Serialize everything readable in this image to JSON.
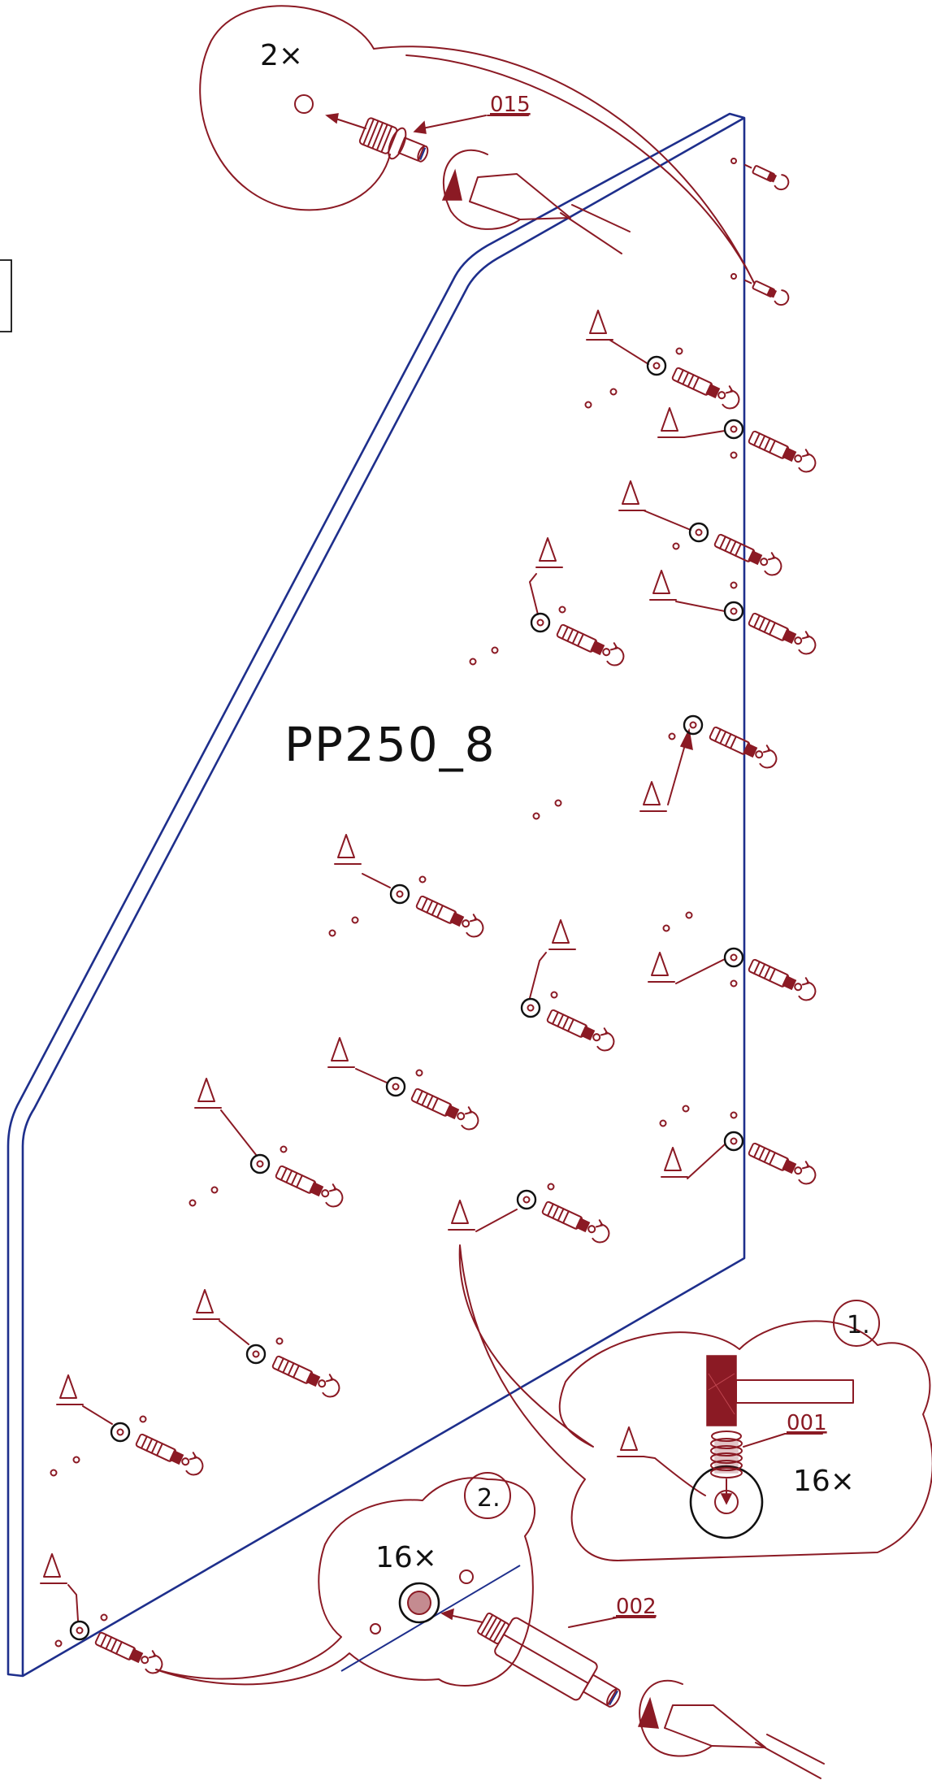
{
  "panel_label": "PP250_8",
  "part_015": "015",
  "part_001": "001",
  "part_002": "002",
  "qty_top": "2×",
  "qty_step1": "16×",
  "qty_step2": "16×",
  "step1": "1.",
  "step2": "2.",
  "marker": "A",
  "colors": {
    "part_red": "#8b1a24",
    "panel_blue": "#1e2f8c",
    "ink_black": "#111111"
  }
}
